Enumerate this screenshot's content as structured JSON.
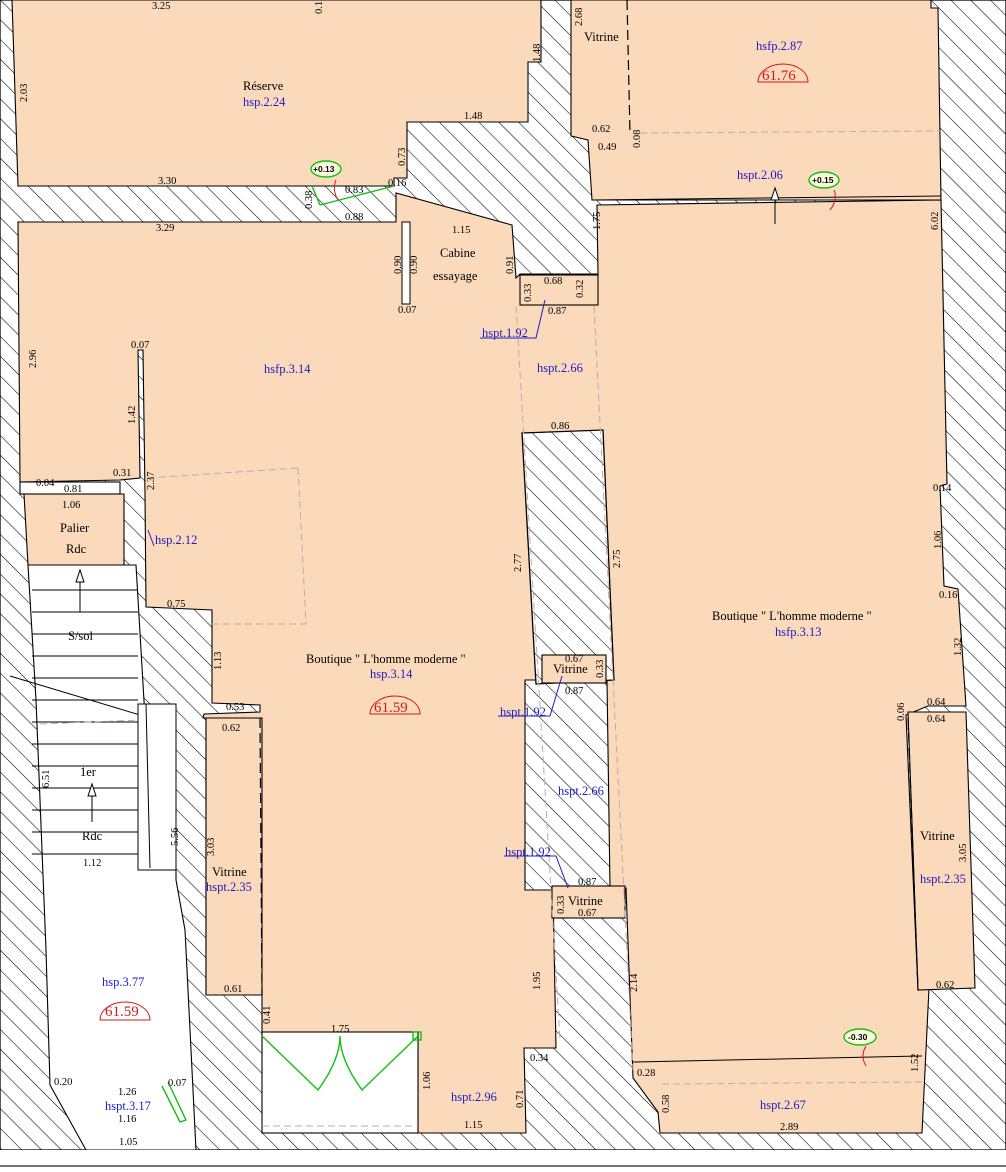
{
  "rooms": {
    "reserve": {
      "name": "Réserve",
      "hsp": "hsp.2.24"
    },
    "vitrine_top": {
      "name": "Vitrine"
    },
    "top_right": {
      "hsfp": "hsfp.2.87",
      "area": "61.76",
      "hspt": "hspt.2.06",
      "level": "+0.15"
    },
    "reserve_level": "+0.13",
    "cabine": {
      "line1": "Cabine",
      "line2": "essayage"
    },
    "main_left": {
      "hsfp": "hsfp.3.14",
      "name": "Boutique \" L'homme moderne \"",
      "hsp": "hsp.3.14",
      "area": "61.59"
    },
    "main_right": {
      "name": "Boutique \" L'homme moderne \"",
      "hsfp": "hsfp.3.13"
    },
    "palier": {
      "line1": "Palier",
      "line2": "Rdc"
    },
    "stairs": {
      "ssol": "S/sol",
      "first": "1er",
      "rdc": "Rdc"
    },
    "hsp212": "hsp.2.12",
    "hspt266a": "hspt.2.66",
    "hspt266b": "hspt.2.66",
    "hspt192a": "hspt.1.92",
    "hspt192b": "hspt.1.92",
    "hspt192c": "hspt.1.92",
    "vitrine_mid": "Vitrine",
    "vitrine_bot": "Vitrine",
    "vitrine_left": {
      "name": "Vitrine",
      "hspt": "hspt.2.35"
    },
    "vitrine_right": {
      "name": "Vitrine",
      "hspt": "hspt.2.35"
    },
    "bottom_left": {
      "hsp": "hsp.3.77",
      "area": "61.59",
      "hspt": "hspt.3.17"
    },
    "hspt296": "hspt.2.96",
    "hspt267": "hspt.2.67",
    "level_bottom": "-0.30"
  },
  "dims": {
    "d325": "3.25",
    "d01": "0.1",
    "d268": "2.68",
    "d203": "2.03",
    "d148v": "1.48",
    "d148h": "1.48",
    "d062a": "0.62",
    "d049": "0.49",
    "d008": "0.08",
    "d073": "0.73",
    "d330": "3.30",
    "d083": "0.83",
    "d016": "0.16",
    "d038": "0.38",
    "d088": "0.88",
    "d329": "3.29",
    "d115a": "1.15",
    "d175a": "1.75",
    "d602": "6.02",
    "d090a": "0.90",
    "d090b": "0.90",
    "d007a": "0.07",
    "d091": "0.91",
    "d033a": "0.33",
    "d068": "0.68",
    "d032": "0.32",
    "d087a": "0.87",
    "d296": "2.96",
    "d007b": "0.07",
    "d142": "1.42",
    "d086": "0.86",
    "d004": "0.04",
    "d081": "0.81",
    "d031": "0.31",
    "d237": "2.37",
    "d106a": "1.06",
    "d277": "2.77",
    "d275": "2.75",
    "d014": "0.14",
    "d106b": "1.06",
    "d016b": "0.16",
    "d075": "0.75",
    "d113": "1.13",
    "d067a": "0.67",
    "d033b": "0.33",
    "d087b": "0.87",
    "d132": "1.32",
    "d053": "0.53",
    "d062b": "0.62",
    "d006": "0.06",
    "d064a": "0.64",
    "d064b": "0.64",
    "d651": "6.51",
    "d303": "3.03",
    "d556": "5.56",
    "d112": "1.12",
    "d087c": "0.87",
    "d033c": "0.33",
    "d067b": "0.67",
    "d305": "3.05",
    "d195": "1.95",
    "d214": "2.14",
    "d061": "0.61",
    "d062c": "0.62",
    "d041": "0.41",
    "d175b": "1.75",
    "d034": "0.34",
    "d152": "1.52",
    "d028": "0.28",
    "d106c": "1.06",
    "d071": "0.71",
    "d058": "0.58",
    "d020": "0.20",
    "d126": "1.26",
    "d007c": "0.07",
    "d116": "1.16",
    "d115b": "1.15",
    "d289": "2.89",
    "d105": "1.05"
  },
  "colors": {
    "room_fill": "#fbd9bb",
    "hatch": "#000000",
    "label_blue": "#1c1cc8",
    "area_red": "#d11b1b",
    "level_green": "#10c010"
  }
}
